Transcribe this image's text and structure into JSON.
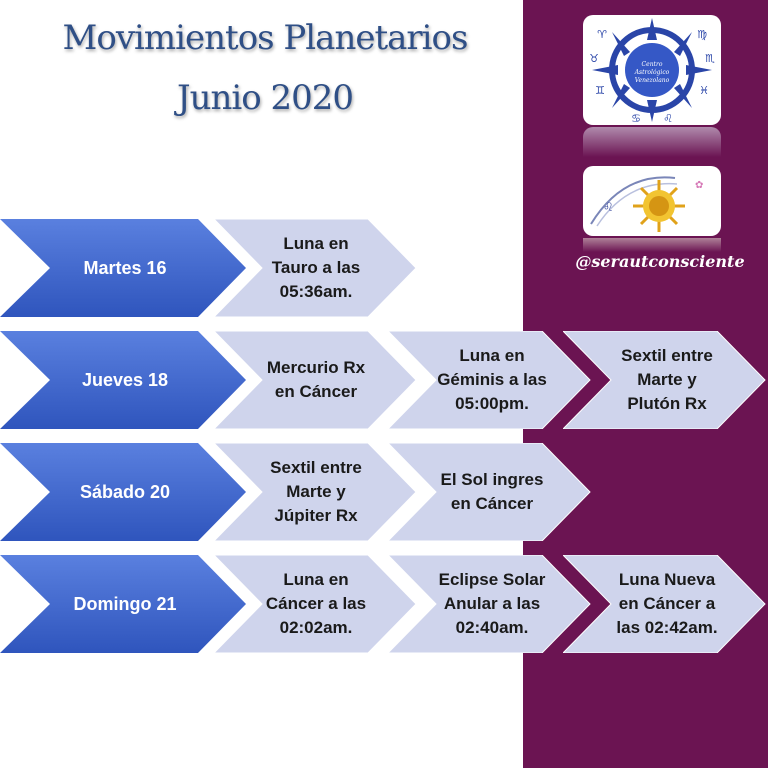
{
  "title": {
    "line1": "Movimientos Planetarios",
    "line2": "Junio 2020"
  },
  "brand": {
    "handle": "@serautconsciente",
    "logo1_text": "Centro Astrológico Venezolano"
  },
  "colors": {
    "panel": "#6b1452",
    "day_arrow": "#3b62c9",
    "event_arrow": "#cdd3ec",
    "title": "#2f4f86"
  },
  "rows": [
    {
      "day": "Martes 16",
      "events": [
        "Luna en\nTauro a las\n05:36am."
      ]
    },
    {
      "day": "Jueves 18",
      "events": [
        "Mercurio Rx\nen Cáncer",
        "Luna en\nGéminis a las\n05:00pm.",
        "Sextil entre\nMarte y\nPlutón Rx"
      ]
    },
    {
      "day": "Sábado 20",
      "events": [
        "Sextil entre\nMarte y\nJúpiter Rx",
        "El Sol ingres\nen Cáncer"
      ]
    },
    {
      "day": "Domingo 21",
      "events": [
        "Luna en\nCáncer a las\n02:02am.",
        "Eclipse Solar\nAnular a las\n02:40am.",
        "Luna Nueva\nen Cáncer a\nlas 02:42am."
      ]
    }
  ]
}
